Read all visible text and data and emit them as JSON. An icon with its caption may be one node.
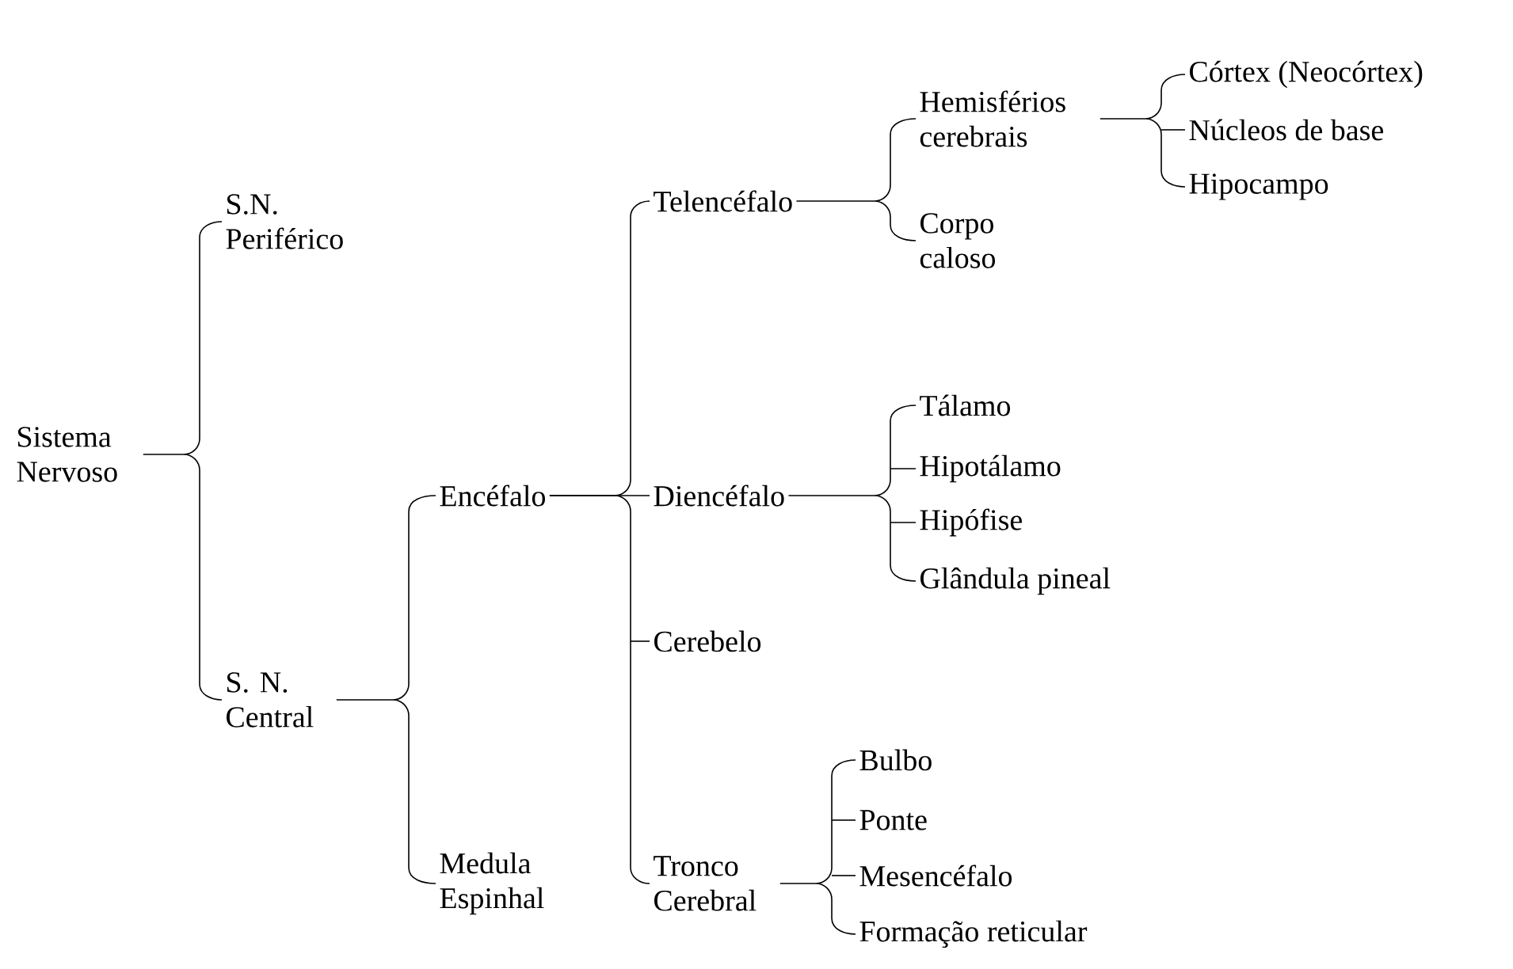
{
  "diagram": {
    "nodes": [
      {
        "text": [
          "Sistema Nervoso"
        ]
      },
      {
        "text": [
          "S.N. Periférico"
        ]
      },
      {
        "text": [
          "S. N. Central"
        ]
      },
      {
        "text": [
          "Encéfalo"
        ]
      },
      {
        "text": [
          "Medula Espinhal"
        ]
      },
      {
        "text": [
          "Telencéfalo"
        ]
      },
      {
        "text": [
          "Diencéfalo"
        ]
      },
      {
        "text": [
          "Cerebelo"
        ]
      },
      {
        "text": [
          "Tronco Cerebral"
        ]
      },
      {
        "text": [
          "Hemisférios cerebrais"
        ]
      },
      {
        "text": [
          "Corpo caloso"
        ]
      },
      {
        "text": [
          "Córtex (Neocórtex)"
        ]
      },
      {
        "text": [
          "Núcleos de base"
        ]
      },
      {
        "text": [
          "Hipocampo"
        ]
      },
      {
        "text": [
          "Tálamo"
        ]
      },
      {
        "text": [
          "Hipotálamo"
        ]
      },
      {
        "text": [
          "Hipófise"
        ]
      },
      {
        "text": [
          "Glândula pineal"
        ]
      },
      {
        "text": [
          "Bulbo"
        ]
      },
      {
        "text": [
          "Ponte"
        ]
      },
      {
        "text": [
          "Mesencéfalo"
        ]
      },
      {
        "text": [
          "Formação reticular"
        ]
      }
    ],
    "edges": [
      {
        "from": 0,
        "to": 1,
        "arrow": "none"
      },
      {
        "from": 0,
        "to": 2,
        "arrow": "none"
      },
      {
        "from": 2,
        "to": 3,
        "arrow": "none"
      },
      {
        "from": 2,
        "to": 4,
        "arrow": "none"
      },
      {
        "from": 3,
        "to": 5,
        "arrow": "none"
      },
      {
        "from": 3,
        "to": 6,
        "arrow": "none"
      },
      {
        "from": 3,
        "to": 7,
        "arrow": "none"
      },
      {
        "from": 3,
        "to": 8,
        "arrow": "none"
      },
      {
        "from": 5,
        "to": 9,
        "arrow": "none"
      },
      {
        "from": 5,
        "to": 10,
        "arrow": "none"
      },
      {
        "from": 9,
        "to": 11,
        "arrow": "none"
      },
      {
        "from": 9,
        "to": 12,
        "arrow": "none"
      },
      {
        "from": 9,
        "to": 13,
        "arrow": "none"
      },
      {
        "from": 6,
        "to": 14,
        "arrow": "none"
      },
      {
        "from": 6,
        "to": 15,
        "arrow": "none"
      },
      {
        "from": 6,
        "to": 16,
        "arrow": "none"
      },
      {
        "from": 6,
        "to": 17,
        "arrow": "none"
      },
      {
        "from": 8,
        "to": 18,
        "arrow": "none"
      },
      {
        "from": 8,
        "to": 19,
        "arrow": "none"
      },
      {
        "from": 8,
        "to": 20,
        "arrow": "none"
      },
      {
        "from": 8,
        "to": 21,
        "arrow": "none"
      }
    ]
  }
}
